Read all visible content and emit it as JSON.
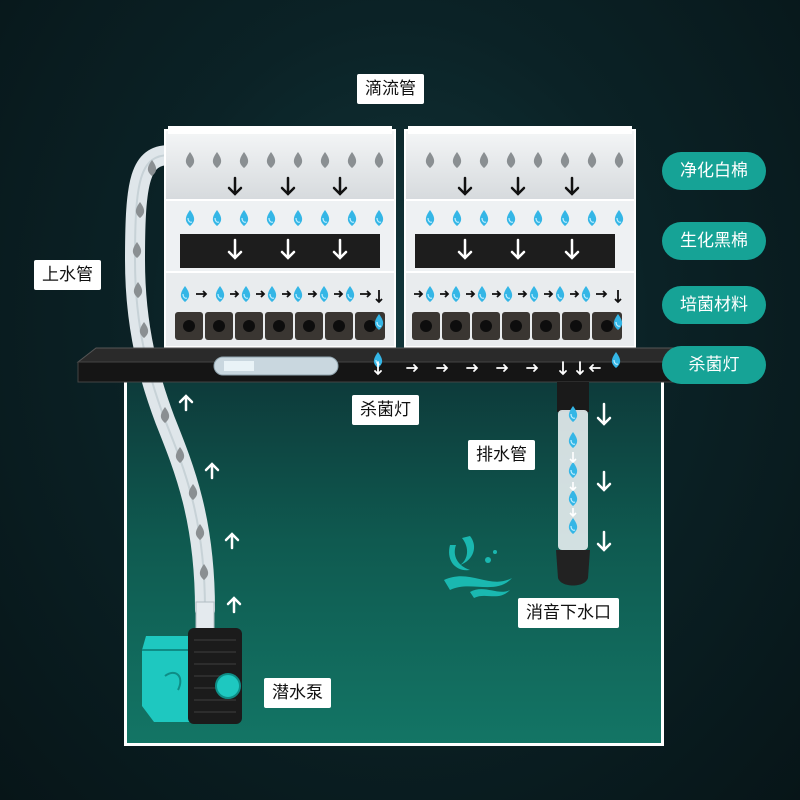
{
  "labels": {
    "drip_tube": "滴流管",
    "inlet_pipe": "上水管",
    "uv_lamp_bottom": "杀菌灯",
    "drain_pipe": "排水管",
    "silent_outlet": "消音下水口",
    "submersible_pump": "潜水泵"
  },
  "legend": [
    {
      "label": "净化白棉"
    },
    {
      "label": "生化黑棉"
    },
    {
      "label": "培菌材料"
    },
    {
      "label": "杀菌灯"
    }
  ],
  "colors": {
    "accent": "#16a396",
    "water_drop": "#34b6e6",
    "grey_drop": "#8a8f92",
    "tray_rail": "#1a1a1a",
    "pump": "#1ec8c0"
  }
}
